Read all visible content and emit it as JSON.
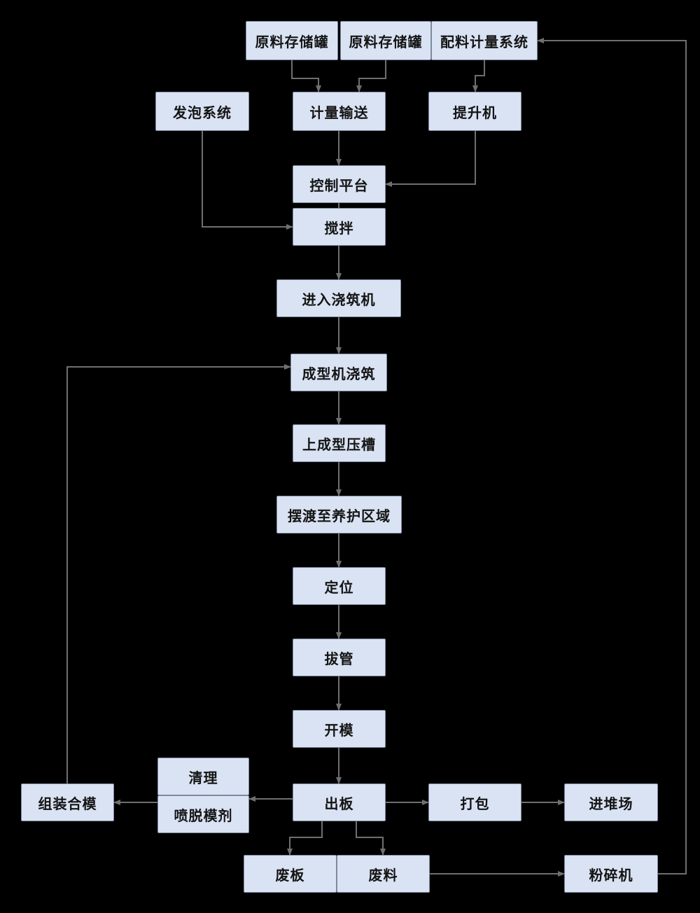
{
  "diagram": {
    "type": "flowchart",
    "colors": {
      "background": "#000000",
      "node_fill": "#dae3f3",
      "node_border": "#7c8aa0",
      "text": "#141414",
      "line": "#6f6f6f"
    },
    "nodes": {
      "tank1": {
        "label": "原料存储罐"
      },
      "tank2": {
        "label": "原料存储罐"
      },
      "batching": {
        "label": "配料计量系统"
      },
      "foaming": {
        "label": "发泡系统"
      },
      "metering": {
        "label": "计量输送"
      },
      "hoist": {
        "label": "提升机"
      },
      "control": {
        "label": "控制平台"
      },
      "mixing": {
        "label": "搅拌"
      },
      "enter_casting": {
        "label": "进入浇筑机"
      },
      "forming_casting": {
        "label": "成型机浇筑"
      },
      "press_groove": {
        "label": "上成型压槽"
      },
      "ferry_curing": {
        "label": "摆渡至养护区域"
      },
      "positioning": {
        "label": "定位"
      },
      "tube_pulling": {
        "label": "拔管"
      },
      "mold_opening": {
        "label": "开模"
      },
      "cleaning": {
        "label": "清理"
      },
      "release_agent": {
        "label": "喷脱模剂"
      },
      "assembly": {
        "label": "组装合模"
      },
      "board_out": {
        "label": "出板"
      },
      "packing": {
        "label": "打包"
      },
      "yard": {
        "label": "进堆场"
      },
      "waste_board": {
        "label": "废板"
      },
      "waste_material": {
        "label": "废料"
      },
      "crusher": {
        "label": "粉碎机"
      }
    },
    "edges": [
      {
        "from": "tank1",
        "to": "metering"
      },
      {
        "from": "tank2",
        "to": "metering"
      },
      {
        "from": "batching",
        "to": "hoist"
      },
      {
        "from": "metering",
        "to": "control"
      },
      {
        "from": "hoist",
        "to": "control"
      },
      {
        "from": "control",
        "to": "mixing"
      },
      {
        "from": "foaming",
        "to": "mixing"
      },
      {
        "from": "mixing",
        "to": "enter_casting"
      },
      {
        "from": "enter_casting",
        "to": "forming_casting"
      },
      {
        "from": "forming_casting",
        "to": "press_groove"
      },
      {
        "from": "press_groove",
        "to": "ferry_curing"
      },
      {
        "from": "ferry_curing",
        "to": "positioning"
      },
      {
        "from": "positioning",
        "to": "tube_pulling"
      },
      {
        "from": "tube_pulling",
        "to": "mold_opening"
      },
      {
        "from": "mold_opening",
        "to": "board_out"
      },
      {
        "from": "board_out",
        "to": "cleaning"
      },
      {
        "from": "release_agent",
        "to": "assembly"
      },
      {
        "from": "assembly",
        "to": "forming_casting"
      },
      {
        "from": "board_out",
        "to": "packing"
      },
      {
        "from": "packing",
        "to": "yard"
      },
      {
        "from": "board_out",
        "to": "waste_board"
      },
      {
        "from": "board_out",
        "to": "waste_material"
      },
      {
        "from": "waste_material",
        "to": "crusher"
      },
      {
        "from": "crusher",
        "to": "batching"
      }
    ]
  }
}
